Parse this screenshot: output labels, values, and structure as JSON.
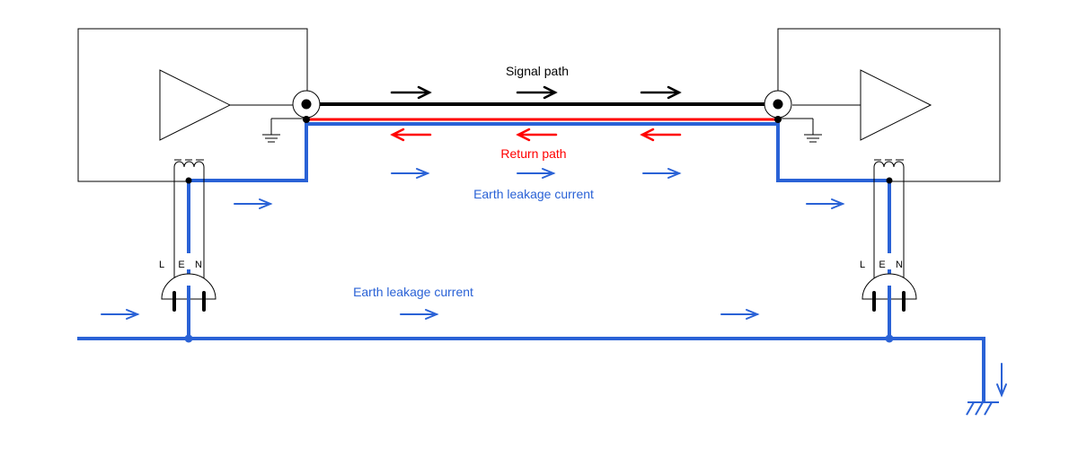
{
  "labels": {
    "signal_path": "Signal path",
    "return_path": "Return path",
    "earth_leakage_upper": "Earth leakage current",
    "earth_leakage_lower": "Earth leakage current"
  },
  "plug_letters": {
    "left": [
      "L",
      "E",
      "N"
    ],
    "right": [
      "L",
      "E",
      "N"
    ]
  },
  "colors": {
    "signal": "#000000",
    "return": "#ff0000",
    "earth": "#2a62d6",
    "thin": "#000000"
  }
}
